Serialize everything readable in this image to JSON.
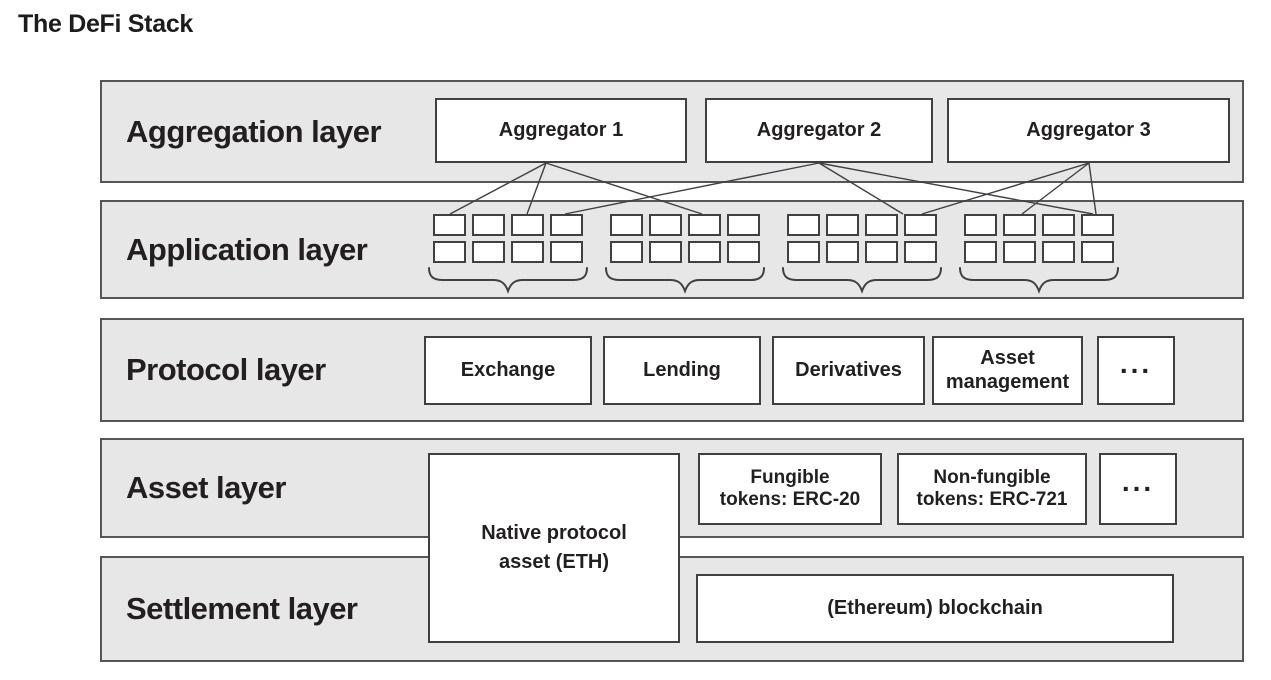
{
  "title": "The DeFi Stack",
  "colors": {
    "band_fill": "#e7e7e8",
    "band_border": "#55565a",
    "box_border": "#3f4042",
    "box_fill": "#ffffff",
    "text": "#231f20"
  },
  "layers": [
    {
      "name": "aggregation",
      "label": "Aggregation layer",
      "boxes": [
        "Aggregator 1",
        "Aggregator 2",
        "Aggregator 3"
      ]
    },
    {
      "name": "application",
      "label": "Application layer",
      "app_groups": 4,
      "apps_per_group": 8
    },
    {
      "name": "protocol",
      "label": "Protocol layer",
      "boxes": [
        {
          "lines": [
            "Exchange"
          ]
        },
        {
          "lines": [
            "Lending"
          ]
        },
        {
          "lines": [
            "Derivatives"
          ]
        },
        {
          "lines": [
            "Asset",
            "management"
          ]
        },
        {
          "lines": [
            "..."
          ]
        }
      ]
    },
    {
      "name": "asset",
      "label": "Asset layer",
      "boxes": [
        {
          "lines": [
            "Fungible",
            "tokens: ERC-20"
          ]
        },
        {
          "lines": [
            "Non-fungible",
            "tokens: ERC-721"
          ]
        },
        {
          "lines": [
            "..."
          ]
        }
      ]
    },
    {
      "name": "settlement",
      "label": "Settlement layer",
      "boxes": [
        {
          "lines": [
            "(Ethereum) blockchain"
          ]
        }
      ]
    }
  ],
  "native_asset_box": {
    "lines": [
      "Native protocol",
      "asset (ETH)"
    ]
  },
  "connections": [
    {
      "from": "Aggregator 1",
      "to": "application group 1"
    },
    {
      "from": "Aggregator 1",
      "to": "application group 2"
    },
    {
      "from": "Aggregator 2",
      "to": "application group 1"
    },
    {
      "from": "Aggregator 2",
      "to": "application group 3"
    },
    {
      "from": "Aggregator 2",
      "to": "application group 4"
    },
    {
      "from": "Aggregator 3",
      "to": "application group 3"
    },
    {
      "from": "Aggregator 3",
      "to": "application group 4"
    }
  ]
}
